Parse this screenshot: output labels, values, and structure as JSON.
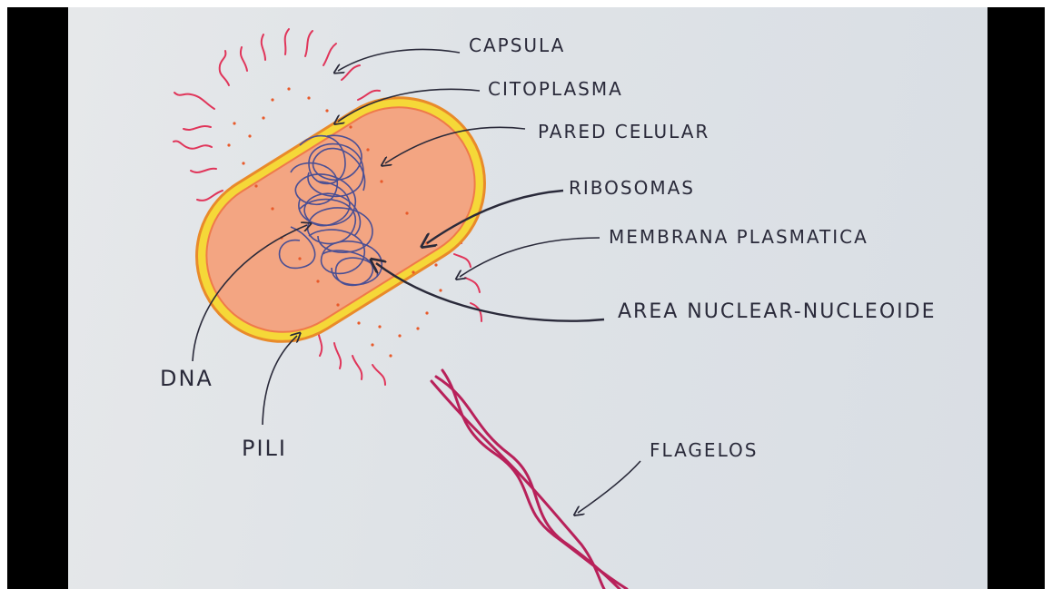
{
  "labels": {
    "capsula": "CAPSULA",
    "citoplasma": "CITOPLASMA",
    "pared": "PARED CELULAR",
    "ribosomas": "RIBOSOMAS",
    "membrana": "MEMBRANA PLASMATICA",
    "area": "AREA NUCLEAR-NUCLEOIDE",
    "dna": "DNA",
    "pili": "PILI",
    "flagelos": "FLAGELOS"
  },
  "colors": {
    "capsule": "#f2d21a",
    "capsule_edge": "#e98a2a",
    "cytoplasm": "#f4a57c",
    "pili": "#e0355a",
    "flagella": "#b8215a",
    "dna": "#4a4f94",
    "ribosome": "#e85a2a",
    "ink": "#2a2a3a"
  }
}
